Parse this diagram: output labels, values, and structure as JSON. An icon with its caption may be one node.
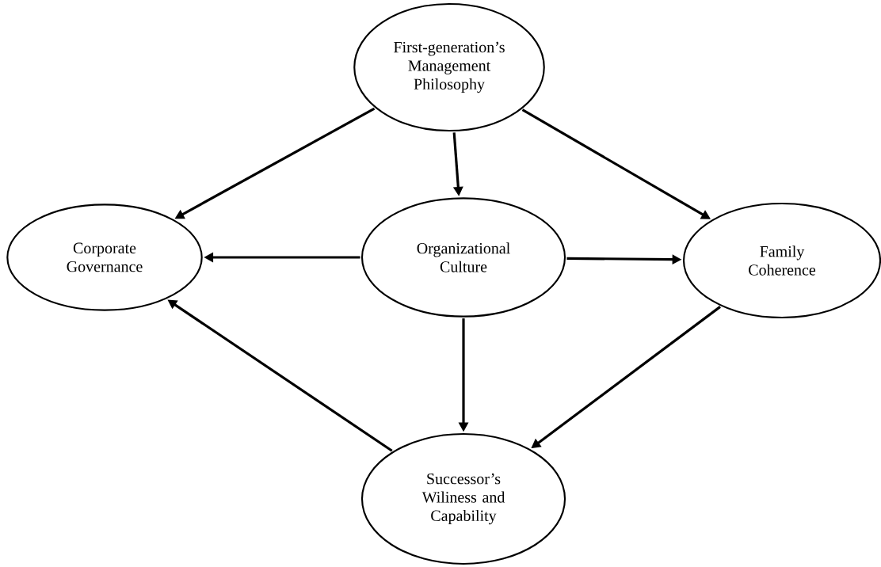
{
  "diagram": {
    "nodes": [
      {
        "text": [
          "First-generation’s Management Philosophy"
        ]
      },
      {
        "text": [
          "Corporate Governance"
        ]
      },
      {
        "text": [
          "Organizational Culture"
        ]
      },
      {
        "text": [
          "Family Coherence"
        ]
      },
      {
        "text": [
          "Successor’s Wiliness and Capability"
        ]
      }
    ],
    "edges": [
      {
        "from": 0,
        "to": 1,
        "arrow": "to"
      },
      {
        "from": 0,
        "to": 2,
        "arrow": "to"
      },
      {
        "from": 0,
        "to": 3,
        "arrow": "to"
      },
      {
        "from": 2,
        "to": 1,
        "arrow": "to"
      },
      {
        "from": 2,
        "to": 3,
        "arrow": "to"
      },
      {
        "from": 2,
        "to": 4,
        "arrow": "to"
      },
      {
        "from": 3,
        "to": 4,
        "arrow": "to"
      },
      {
        "from": 4,
        "to": 1,
        "arrow": "to"
      }
    ]
  }
}
